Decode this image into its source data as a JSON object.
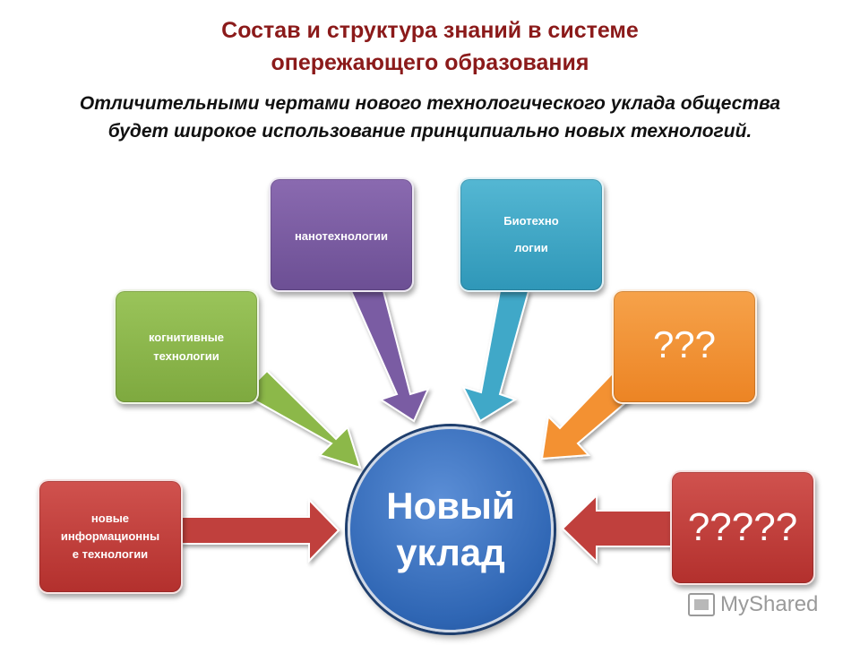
{
  "title": {
    "line1": "Состав и структура знаний в системе",
    "line2": "опережающего образования"
  },
  "subtitle": {
    "line1": "Отличительными чертами нового технологического уклада общества",
    "line2": "будет широкое использование принципиально новых технологий."
  },
  "center": {
    "line1": "Новый",
    "line2": "уклад",
    "color": "#2f66b4"
  },
  "boxes": {
    "info": {
      "lines": [
        "новые",
        "информационны",
        "е технологии"
      ],
      "color": "#c0403c"
    },
    "cognitive": {
      "lines": [
        "когнитивные",
        "технологии"
      ],
      "color": "#8cb84a"
    },
    "nano": {
      "label": "нанотехнологии",
      "color": "#7a5ca3"
    },
    "bio": {
      "lines": [
        "Биотехно",
        "логии"
      ],
      "color": "#3fa8c8"
    },
    "unknown3": {
      "label": "???",
      "color": "#f39130"
    },
    "unknown5": {
      "label": "?????",
      "color": "#c0403c"
    }
  },
  "watermark": {
    "text": "MyShared",
    "icon": "presentation-icon"
  }
}
